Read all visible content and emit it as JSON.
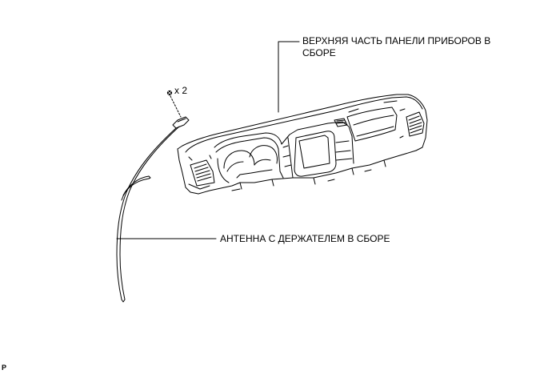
{
  "labels": {
    "panel_line1": "ВЕРХНЯЯ ЧАСТЬ ПАНЕЛИ ПРИБОРОВ В",
    "panel_line2": "СБОРЕ",
    "antenna": "АНТЕННА С ДЕРЖАТЕЛЕМ В СБОРЕ",
    "clip_quantity": "x 2",
    "page_ref": "P"
  },
  "colors": {
    "line": "#000000",
    "background": "#ffffff"
  }
}
